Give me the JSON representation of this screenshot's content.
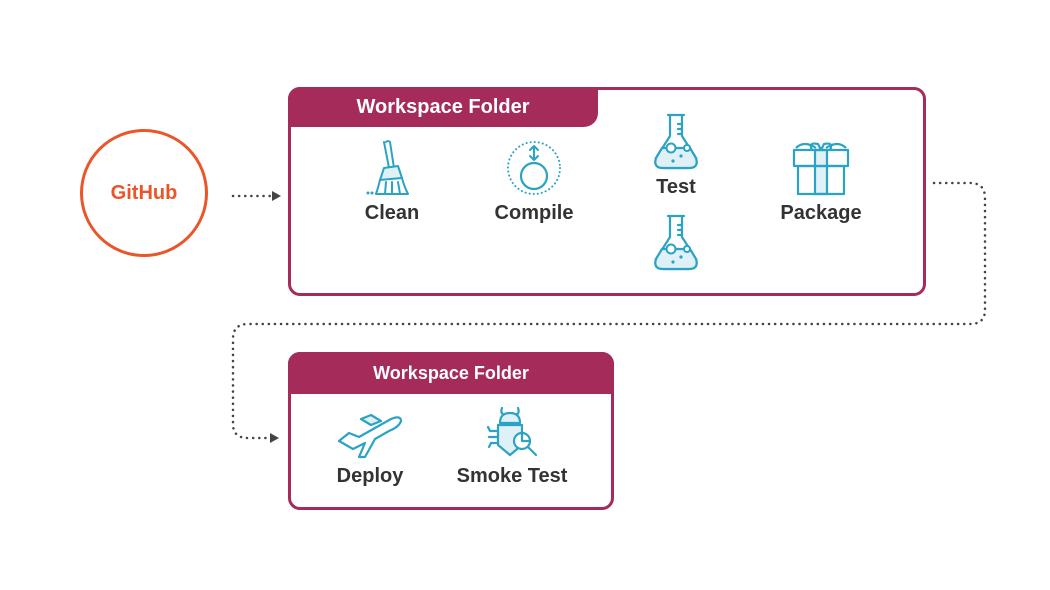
{
  "colors": {
    "github": "#e8562a",
    "panel": "#a52c5a",
    "icon_stroke": "#2aa3c4",
    "icon_fill": "#dff0f6",
    "connector": "#444444",
    "label": "#333333"
  },
  "source": {
    "label": "GitHub",
    "icon": "circle"
  },
  "stages": [
    {
      "title": "Workspace Folder",
      "steps": [
        {
          "label": "Clean",
          "icon": "broom-icon"
        },
        {
          "label": "Compile",
          "icon": "compile-icon"
        },
        {
          "label": "Test",
          "icon": "flask-icon"
        },
        {
          "label": "Package",
          "icon": "gift-icon"
        }
      ]
    },
    {
      "title": "Workspace Folder",
      "steps": [
        {
          "label": "Deploy",
          "icon": "airplane-icon"
        },
        {
          "label": "Smoke Test",
          "icon": "bug-search-icon"
        }
      ]
    }
  ],
  "connectors": [
    {
      "from": "GitHub",
      "to": "stage-1",
      "style": "dotted-arrow"
    },
    {
      "from": "stage-1",
      "to": "stage-2",
      "style": "dotted-arrow"
    }
  ]
}
